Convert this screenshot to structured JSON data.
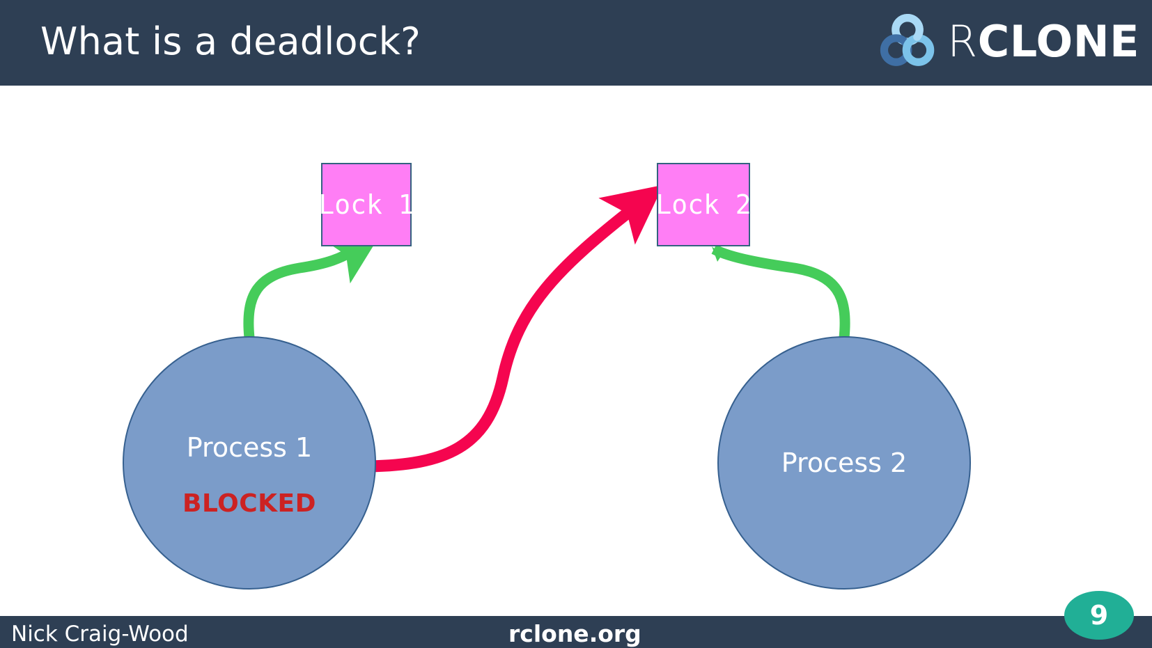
{
  "header": {
    "title": "What is a deadlock?",
    "logo": {
      "mark": "rclone-rings-icon",
      "wordmark_light": "R",
      "wordmark_bold": "CLONE",
      "ring_light_color": "#a9d9f5",
      "ring_dark_color": "#3f6fa5",
      "bar_color": "#2e3f54"
    }
  },
  "diagram": {
    "type": "deadlock-resource-allocation-graph",
    "locks": [
      {
        "id": "lock-1",
        "label": "Lock 1",
        "fill": "#ff7ef5",
        "stroke": "#33627f"
      },
      {
        "id": "lock-2",
        "label": "Lock 2",
        "fill": "#ff7ef5",
        "stroke": "#33627f"
      }
    ],
    "processes": [
      {
        "id": "process-1",
        "label": "Process 1",
        "status": "BLOCKED",
        "status_color": "#cc2222",
        "fill": "#7b9cc9",
        "stroke": "#36608f"
      },
      {
        "id": "process-2",
        "label": "Process 2",
        "status": "",
        "status_color": "#cc2222",
        "fill": "#7b9cc9",
        "stroke": "#36608f"
      }
    ],
    "arrows": [
      {
        "id": "arrow-holds-lock-1",
        "from": "process-1",
        "to": "lock-1",
        "meaning": "holds",
        "color": "#45cc5a"
      },
      {
        "id": "arrow-holds-lock-2",
        "from": "process-2",
        "to": "lock-2",
        "meaning": "holds",
        "color": "#45cc5a"
      },
      {
        "id": "arrow-waiting-for-lock-2",
        "from": "process-1",
        "to": "lock-2",
        "meaning": "waiting for",
        "color": "#f5054f"
      }
    ]
  },
  "footer": {
    "author": "Nick Craig-Wood",
    "site": "rclone.org",
    "page_number": "9",
    "badge_color": "#21af96",
    "bar_color": "#2e3f54"
  }
}
